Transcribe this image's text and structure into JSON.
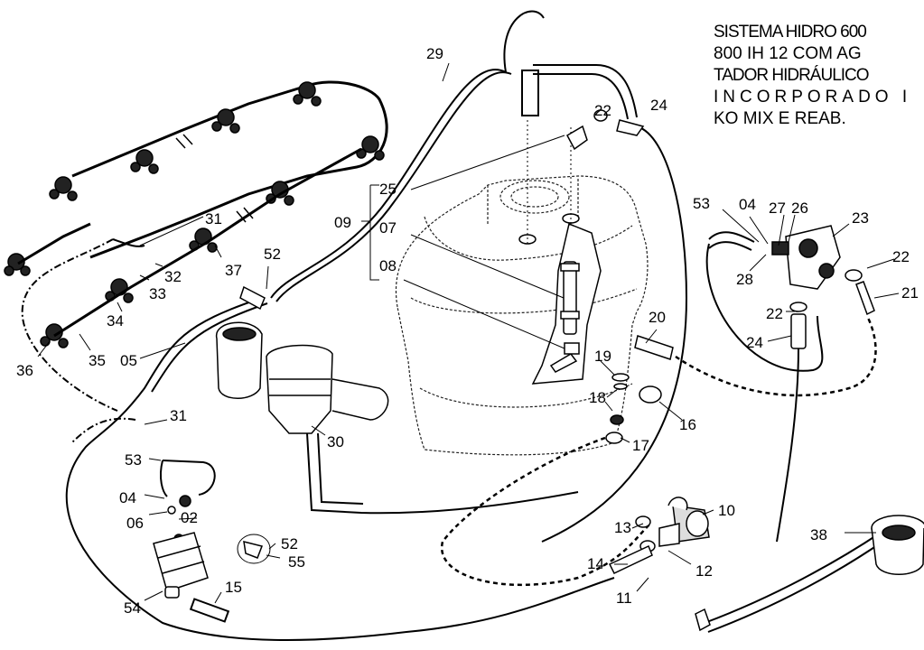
{
  "title_lines": [
    "SISTEMA HIDRO 600",
    "800 IH 12 COM AG",
    "TADOR HIDRÁULICO",
    "INCORPORADO I",
    "KO MIX E REAB."
  ],
  "callouts": {
    "c29": "29",
    "c22a": "22",
    "c24a": "24",
    "c25": "25",
    "c09": "09",
    "c07": "07",
    "c08": "08",
    "c31a": "31",
    "c32": "32",
    "c33": "33",
    "c34": "34",
    "c35": "35",
    "c36": "36",
    "c37": "37",
    "c52a": "52",
    "c05": "05",
    "c53a": "53",
    "c04a": "04",
    "c27": "27",
    "c26": "26",
    "c23": "23",
    "c22b": "22",
    "c28": "28",
    "c21": "21",
    "c22c": "22",
    "c24b": "24",
    "c20": "20",
    "c19": "19",
    "c18": "18",
    "c16": "16",
    "c17": "17",
    "c31b": "31",
    "c30": "30",
    "c53b": "53",
    "c04b": "04",
    "c06": "06",
    "c02": "02",
    "c52b": "52",
    "c55": "55",
    "c54": "54",
    "c15": "15",
    "c10": "10",
    "c13": "13",
    "c14": "14",
    "c12": "12",
    "c11": "11",
    "c38": "38"
  }
}
